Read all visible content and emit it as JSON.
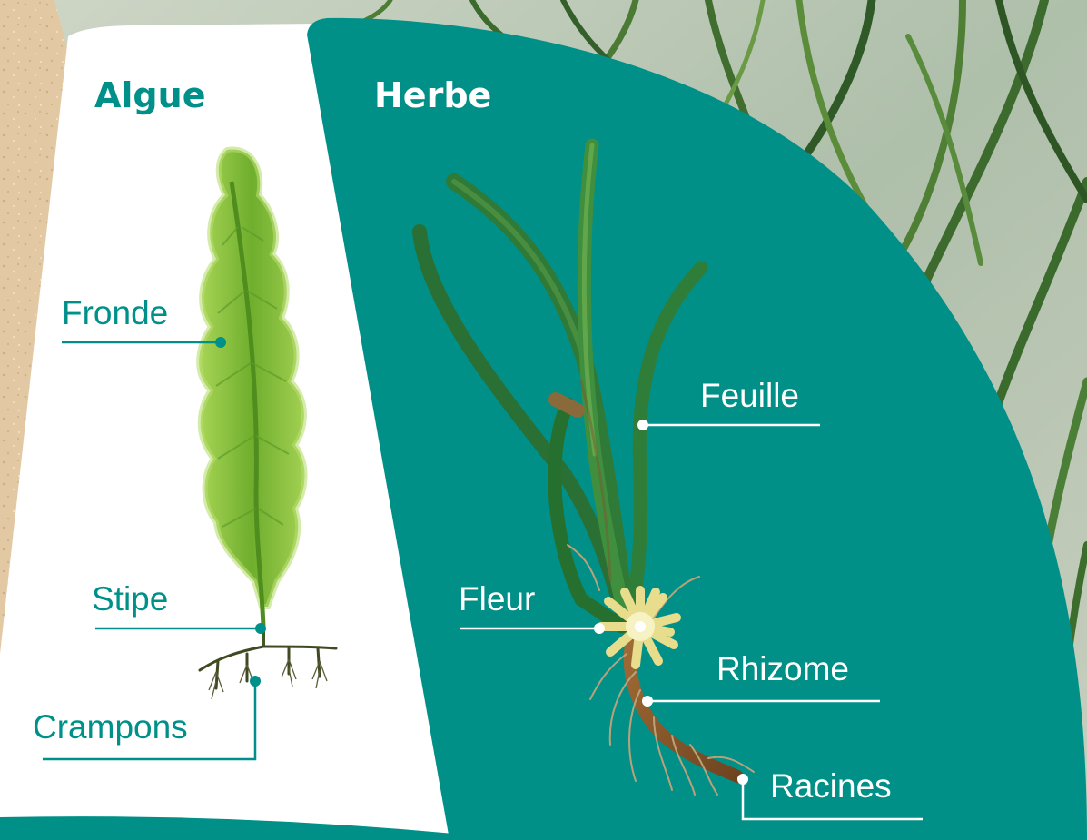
{
  "colors": {
    "teal": "#009088",
    "sand": "#e3c9a3",
    "white": "#ffffff",
    "label_on_white": "#00908a",
    "label_on_teal": "#ffffff",
    "seaweed_green": "#8bc63f",
    "seagrass_green": "#3e8f3b",
    "flower": "#f0e6a0",
    "rhizome": "#8a5a2b"
  },
  "sections": {
    "algae": {
      "title": "Algue",
      "labels": {
        "fronde": "Fronde",
        "stipe": "Stipe",
        "crampons": "Crampons"
      }
    },
    "grass": {
      "title": "Herbe",
      "labels": {
        "feuille": "Feuille",
        "fleur": "Fleur",
        "rhizome": "Rhizome",
        "racines": "Racines"
      }
    }
  }
}
